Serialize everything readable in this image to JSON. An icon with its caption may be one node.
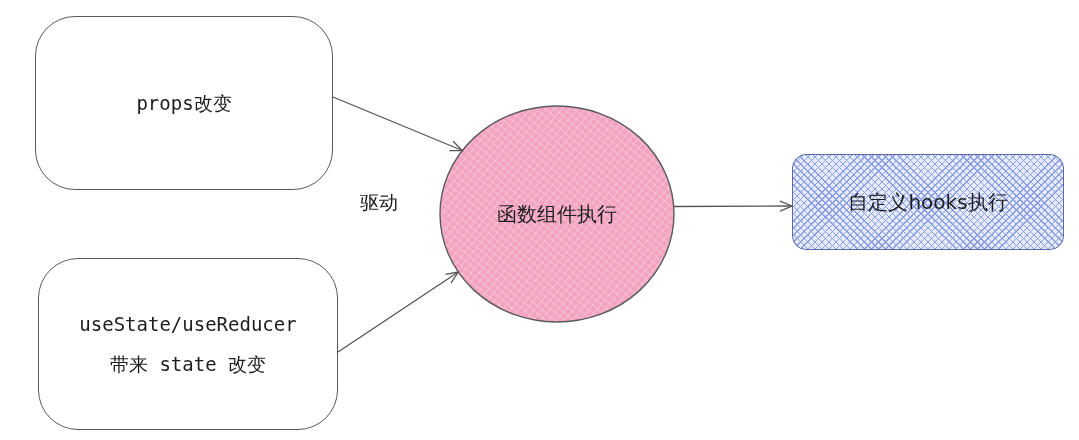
{
  "diagram": {
    "nodes": [
      {
        "text": [
          "props改变"
        ]
      },
      {
        "text": [
          "useState/useReducer 带来 state 改变"
        ]
      },
      {
        "text": [
          "函数组件执行"
        ]
      },
      {
        "text": [
          "自定义hooks执行"
        ]
      }
    ],
    "edges": [
      {
        "from": 0,
        "to": 2,
        "arrow": "to"
      },
      {
        "from": 1,
        "to": 2,
        "arrow": "to"
      },
      {
        "from": 2,
        "to": 3,
        "arrow": "to"
      }
    ],
    "labels": [
      "驱动"
    ]
  }
}
